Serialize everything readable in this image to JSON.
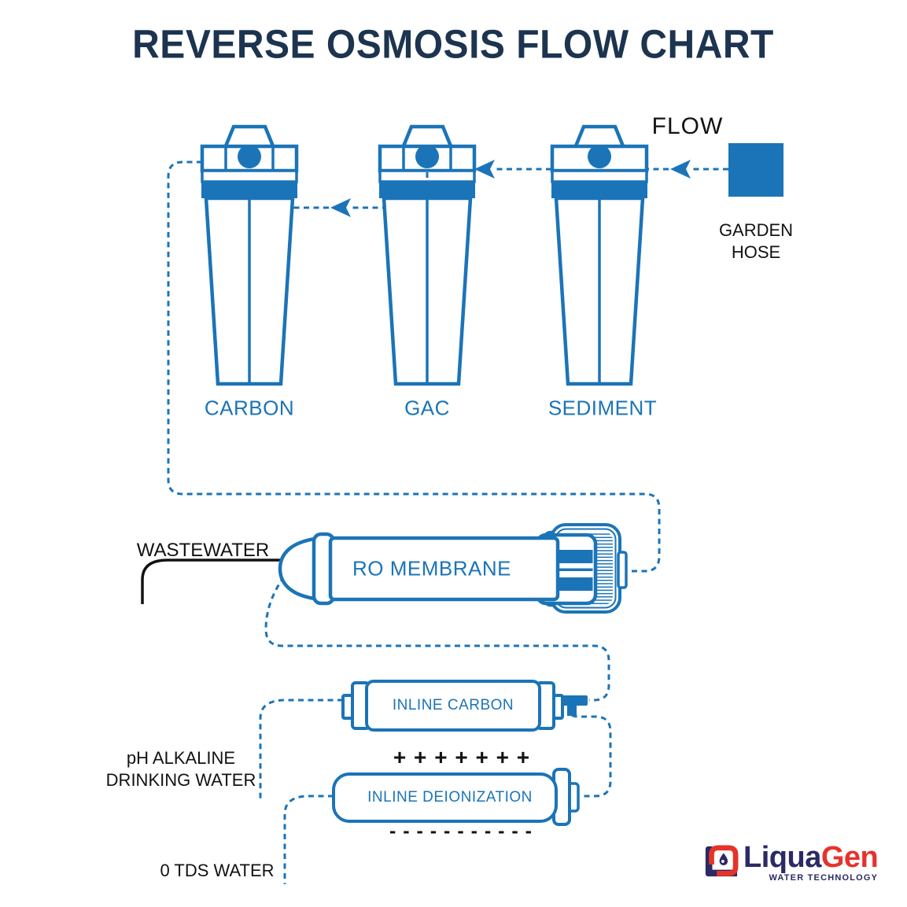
{
  "title": "REVERSE OSMOSIS FLOW CHART",
  "colors": {
    "diagram_blue": "#1b74b8",
    "title_navy": "#1c344f",
    "ink_black": "#121212",
    "logo_navy": "#2b2a64",
    "logo_red": "#e6332a"
  },
  "flow": {
    "label": "FLOW"
  },
  "source": {
    "line1": "GARDEN",
    "line2": "HOSE"
  },
  "prefilters": {
    "carbon": "CARBON",
    "gac": "GAC",
    "sediment": "SEDIMENT"
  },
  "membrane": {
    "label": "RO MEMBRANE",
    "wastewater": "WASTEWATER"
  },
  "postfilters": {
    "inline_carbon": "INLINE CARBON",
    "plus_row": "+ + + + + + +",
    "inline_deionization": "INLINE DEIONIZATION",
    "minus_row": "- - - - - - - - - - -"
  },
  "outputs": {
    "alkaline_line1": "pH ALKALINE",
    "alkaline_line2": "DRINKING WATER",
    "zero_tds": "0 TDS WATER"
  },
  "logo": {
    "brand_primary": "Liqua",
    "brand_accent": "Gen",
    "tagline": "WATER TECHNOLOGY"
  }
}
